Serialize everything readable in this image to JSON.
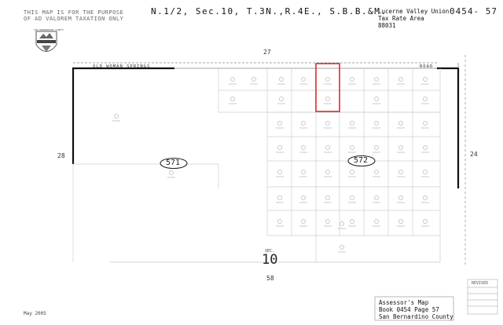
{
  "header": {
    "title": "N.1/2, Sec.10, T.3N.,R.4E., S.B.B.&M.",
    "disclaimer": [
      "THIS MAP IS FOR THE PURPOSE",
      "OF AD VALOREM TAXATION ONLY"
    ],
    "seal_text": "SAN BERNARDINO COUNTY",
    "tax_rate_area": [
      "Lucerne Valley Union",
      "Tax Rate Area",
      "88031"
    ],
    "map_number": "0454- 57"
  },
  "adjoining": {
    "north": "27",
    "south": "58",
    "west": "28",
    "east": "24"
  },
  "road": {
    "left": "OLD WOMAN SPRINGS",
    "right": "ROAD"
  },
  "page_numbers": {
    "left": "571",
    "right": "572"
  },
  "section": {
    "label": "SEC.",
    "number": "10"
  },
  "footer": {
    "date": "May 2005",
    "assessor": [
      "Assessor's Map",
      "Book 0454 Page 57",
      "San Bernardino County"
    ],
    "revision_label": "REVISED"
  },
  "highlight_color": "#d32f2f",
  "line_color": "#cfcfcf"
}
